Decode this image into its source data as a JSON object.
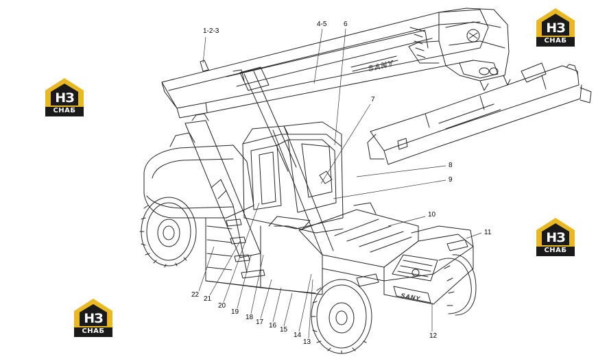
{
  "watermark": {
    "mark_text": "НЗ",
    "sub_text": "СНАБ",
    "color_primary": "#e8b923",
    "color_dark": "#1a1a1a"
  },
  "machine": {
    "boom_brand": "SANY",
    "front_plate_brand": "SANY"
  },
  "callouts": [
    {
      "id": "c1",
      "text": "1-2-3"
    },
    {
      "id": "c2",
      "text": "4-5"
    },
    {
      "id": "c3",
      "text": "6"
    },
    {
      "id": "c4",
      "text": "7"
    },
    {
      "id": "c5",
      "text": "8"
    },
    {
      "id": "c6",
      "text": "9"
    },
    {
      "id": "c7",
      "text": "10"
    },
    {
      "id": "c8",
      "text": "11"
    },
    {
      "id": "c9",
      "text": "12"
    },
    {
      "id": "c10",
      "text": "13"
    },
    {
      "id": "c11",
      "text": "14"
    },
    {
      "id": "c12",
      "text": "15"
    },
    {
      "id": "c13",
      "text": "16"
    },
    {
      "id": "c14",
      "text": "17"
    },
    {
      "id": "c15",
      "text": "18"
    },
    {
      "id": "c16",
      "text": "19"
    },
    {
      "id": "c17",
      "text": "20"
    },
    {
      "id": "c18",
      "text": "21"
    },
    {
      "id": "c19",
      "text": "22"
    }
  ]
}
